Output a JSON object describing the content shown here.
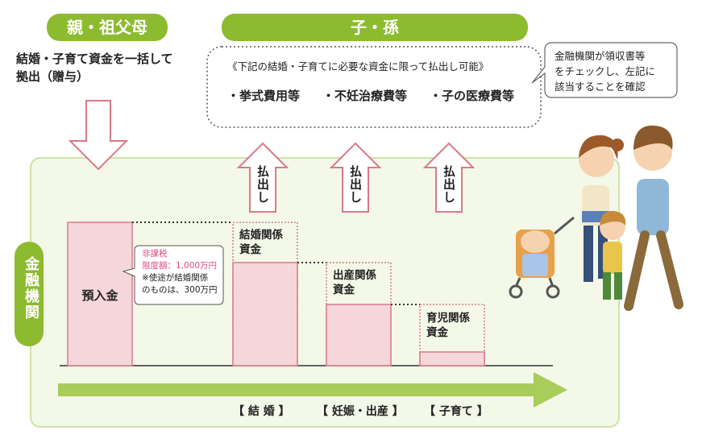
{
  "header": {
    "parents_label": "親・祖父母",
    "children_label": "子・孫"
  },
  "left_text": {
    "line1": "結婚・子育て資金を一括して",
    "line2": "拠出（贈与）"
  },
  "info_box": {
    "title": "《下記の結婚・子育てに必要な資金に限って払出し可能》",
    "items": [
      "・挙式費用等",
      "・不妊治療費等",
      "・子の医療費等"
    ]
  },
  "note_box": {
    "line1": "金融機関が領収書等",
    "line2": "をチェックし、左記に",
    "line3": "該当することを確認"
  },
  "bank_label": "金融機関",
  "withdraw_label": "払出し",
  "deposit_label": "預入金",
  "callout": {
    "line1": "非課税",
    "line2": "限度額：1,000万円",
    "line3": "※使途が結婚関係",
    "line4": "のものは、300万円"
  },
  "funds": {
    "marriage": [
      "結婚関係",
      "資金"
    ],
    "birth": [
      "出産関係",
      "資金"
    ],
    "childcare": [
      "育児関係",
      "資金"
    ]
  },
  "timeline": [
    "【 結 婚 】",
    "【 妊娠・出産 】",
    "【 子育て 】"
  ],
  "colors": {
    "green": "#8dbb2f",
    "pink_fill": "#f5d7db",
    "pink_border": "#d9798a",
    "callout_pink": "#e04d82"
  }
}
